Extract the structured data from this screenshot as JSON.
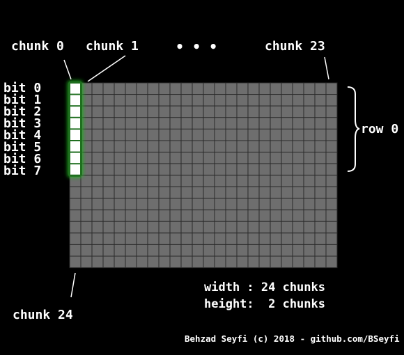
{
  "labels": {
    "chunk0": "chunk 0",
    "chunk1": "chunk 1",
    "ellipsis": "• • •",
    "chunk23": "chunk 23",
    "chunk24": "chunk 24",
    "row0": "row 0"
  },
  "bits": [
    "bit 0",
    "bit 1",
    "bit 2",
    "bit 3",
    "bit 4",
    "bit 5",
    "bit 6",
    "bit 7"
  ],
  "info": {
    "width": "width : 24 chunks",
    "height": "height:  2 chunks"
  },
  "credit": "Behzad Seyfi (c) 2018 - github.com/BSeyfi",
  "grid": {
    "columns": 24,
    "rows": 2,
    "bits_per_chunk": 8,
    "highlighted_chunk": 0
  },
  "colors": {
    "background": "#000000",
    "cell_fill": "#6e6e6e",
    "cell_stroke": "#2a2a2a",
    "highlight_fill": "#ffffff",
    "highlight_glow": "#1fae1f"
  }
}
